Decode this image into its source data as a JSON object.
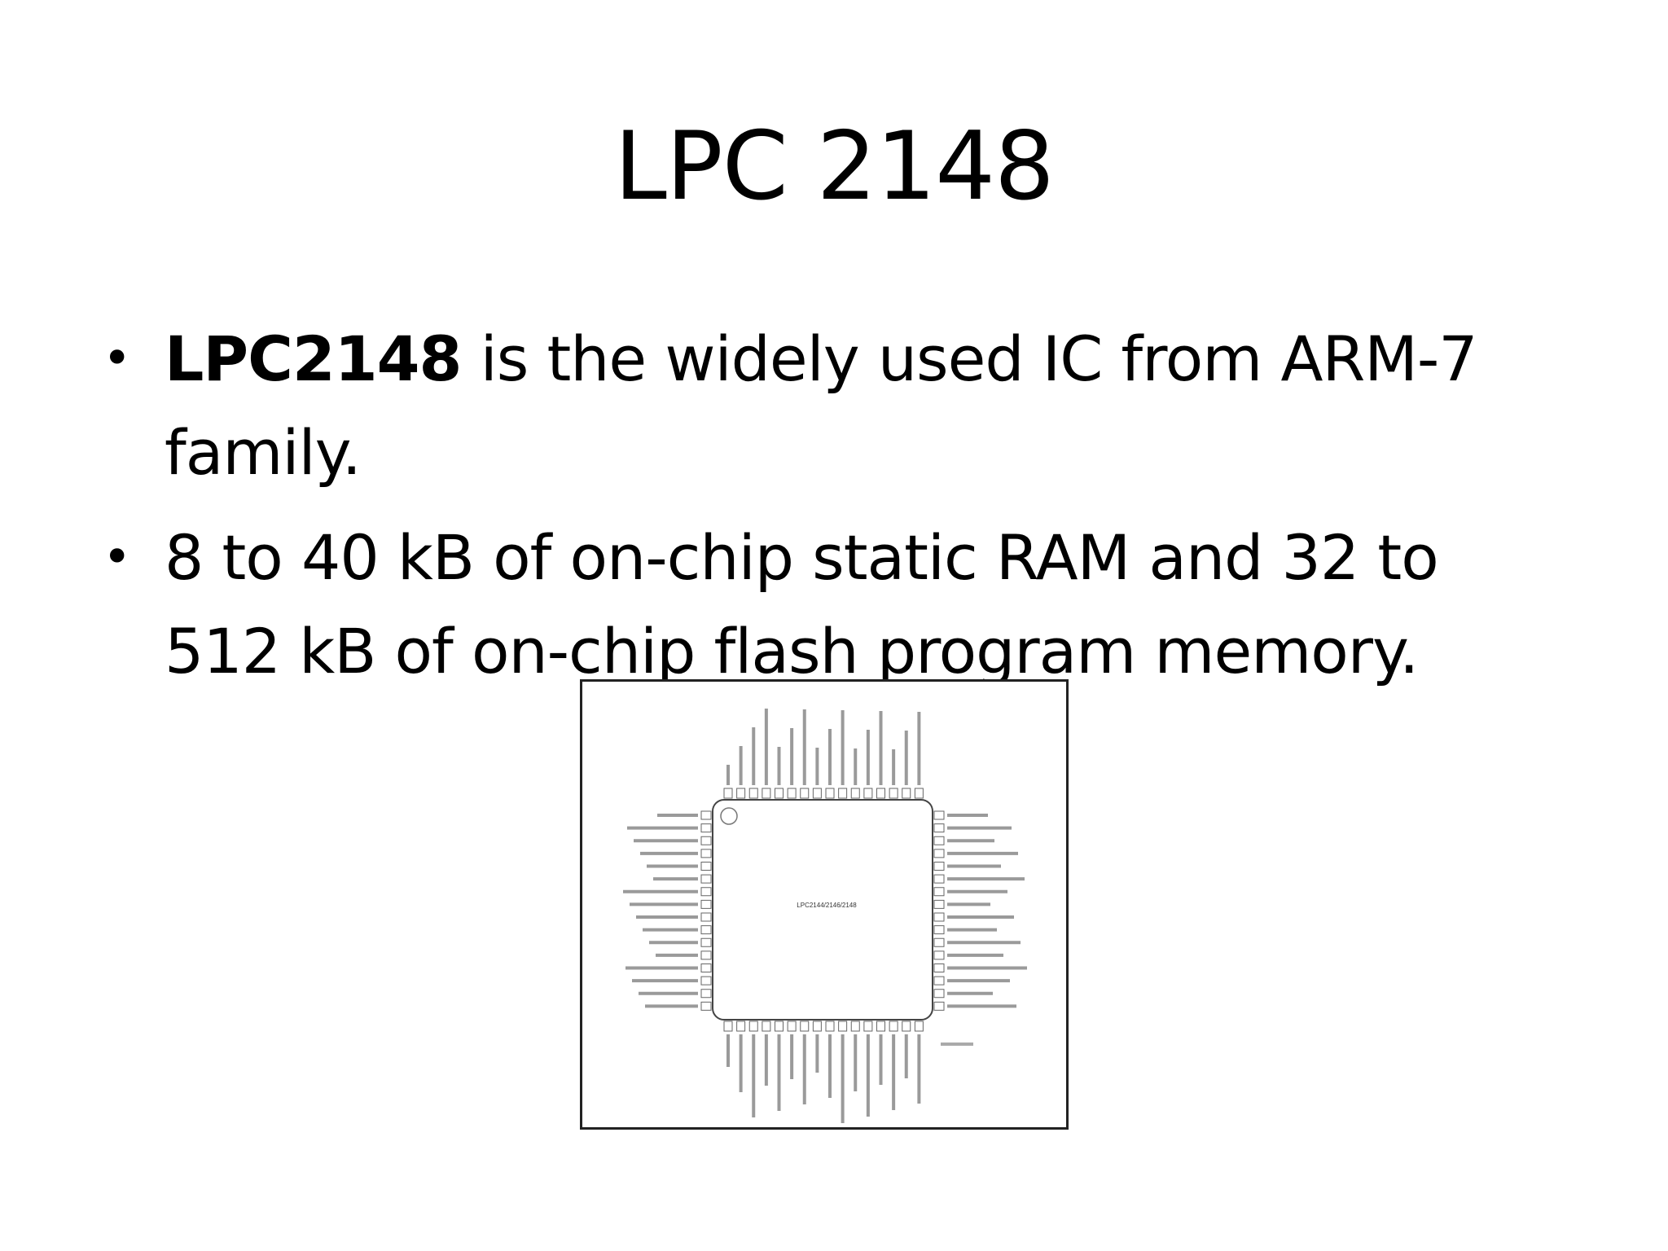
{
  "slide": {
    "title": "LPC 2148",
    "bullets": [
      {
        "bold": "LPC2148",
        "text": " is the widely used IC from ARM-7 family."
      },
      {
        "bold": "",
        "text": " 8 to 40 kB of on-chip static RAM and 32 to 512 kB of on-chip flash program memory."
      }
    ],
    "figure": {
      "chip_label": "LPC2144/2146/2148"
    }
  }
}
